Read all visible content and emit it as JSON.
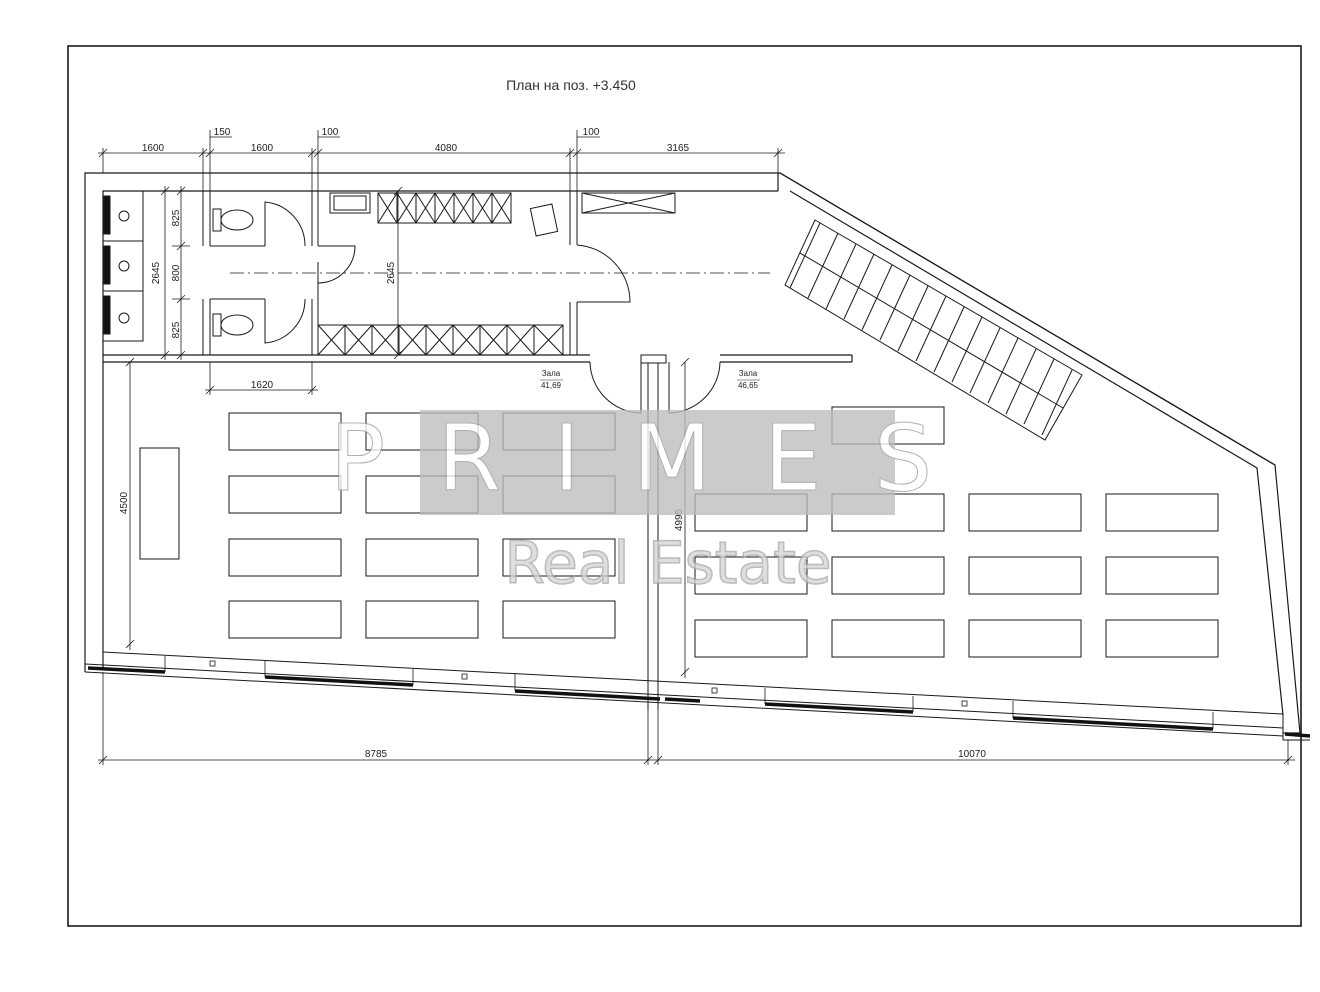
{
  "drawing": {
    "title": "План на поз. +3.450",
    "rooms": [
      {
        "name": "Зала",
        "area": "41,69"
      },
      {
        "name": "Зала",
        "area": "46,65"
      }
    ]
  },
  "dimensions": {
    "top": [
      "1600",
      "150",
      "1600",
      "100",
      "4080",
      "100",
      "3165"
    ],
    "left": [
      "825",
      "800",
      "825",
      "2645"
    ],
    "inner": [
      "2645",
      "1620",
      "4500",
      "4995"
    ],
    "bottom": [
      "8785",
      "10070"
    ]
  },
  "watermark": {
    "brand": "PRIMES",
    "sub": "Real Estate"
  },
  "colors": {
    "line": "#1a1a1a",
    "watermark_fill": "#bdbdbd"
  }
}
